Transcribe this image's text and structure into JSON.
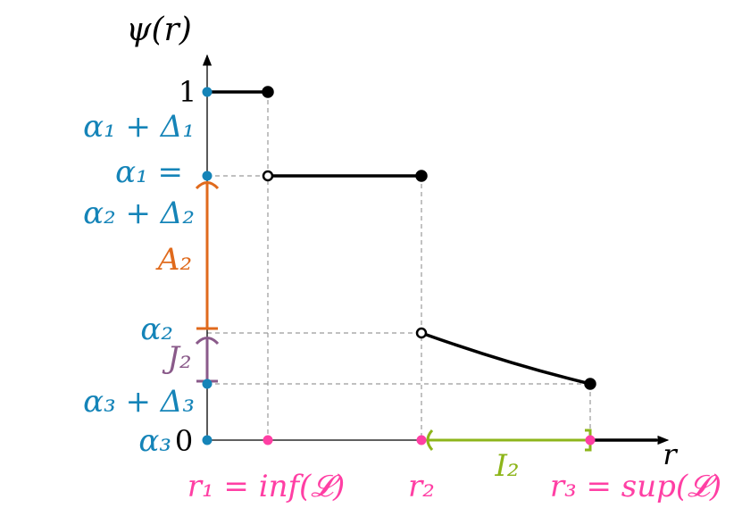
{
  "colors": {
    "axis": "#000000",
    "step": "#000000",
    "guide": "#9a9a9a",
    "alpha": "#1584b8",
    "r_points": "#ff3fa4",
    "A_interval": "#e06a1c",
    "J_interval": "#8a5a8a",
    "I_interval": "#8db51a"
  },
  "axes": {
    "y_label": "ψ(r)",
    "x_label": "r",
    "y_tick_one": "1",
    "origin": "0"
  },
  "y_labels": {
    "alpha1_plus_delta1": "α₁ + Δ₁",
    "alpha1_eq": "α₁ =",
    "alpha2_plus_delta2": "α₂ + Δ₂",
    "alpha2": "α₂",
    "alpha3_plus_delta3": "α₃ + Δ₃",
    "alpha3": "α₃"
  },
  "x_labels": {
    "r1": "r₁ = inf(𝓛)",
    "r2": "r₂",
    "r3": "r₃ = sup(𝓛)"
  },
  "intervals": {
    "A": "A₂",
    "J": "J₂",
    "I": "I₂"
  }
}
